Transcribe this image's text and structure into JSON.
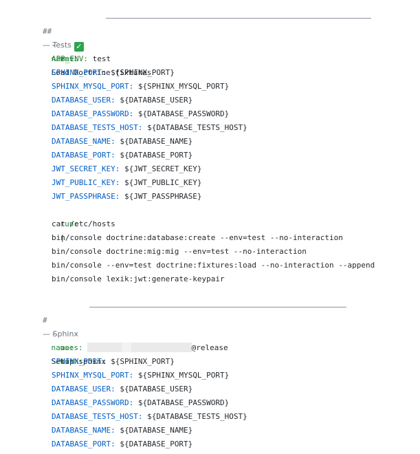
{
  "tests_section": {
    "hash": "##",
    "title": "— Tests",
    "check_icon": "white-check-mark-icon"
  },
  "step1": {
    "dash": "-",
    "name_key": "name:",
    "name_value": "Load Doctrine fixtures",
    "env_key": "env:",
    "env": [
      {
        "key": "APP_ENV:",
        "value": "test"
      },
      {
        "key": "SPHINX_PORT:",
        "value": "${SPHINX_PORT}"
      },
      {
        "key": "SPHINX_MYSQL_PORT:",
        "value": "${SPHINX_MYSQL_PORT}"
      },
      {
        "key": "DATABASE_USER:",
        "value": "${DATABASE_USER}"
      },
      {
        "key": "DATABASE_PASSWORD:",
        "value": "${DATABASE_PASSWORD}"
      },
      {
        "key": "DATABASE_TESTS_HOST:",
        "value": "${DATABASE_TESTS_HOST}"
      },
      {
        "key": "DATABASE_NAME:",
        "value": "${DATABASE_NAME}"
      },
      {
        "key": "DATABASE_PORT:",
        "value": "${DATABASE_PORT}"
      },
      {
        "key": "JWT_SECRET_KEY:",
        "value": "${JWT_SECRET_KEY}"
      },
      {
        "key": "JWT_PUBLIC_KEY:",
        "value": "${JWT_PUBLIC_KEY}"
      },
      {
        "key": "JWT_PASSPHRASE:",
        "value": "${JWT_PASSPHRASE}"
      }
    ],
    "run_key": "run:",
    "run_value": "|",
    "commands": [
      "cat /etc/hosts",
      "bin/console doctrine:database:create --env=test --no-interaction",
      "bin/console doctrine:mig:mig --env=test --no-interaction",
      "bin/console --env=test doctrine:fixtures:load --no-interaction --append",
      "bin/console lexik:jwt:generate-keypair"
    ]
  },
  "sphinx_section": {
    "hash": "#",
    "title": "— Sphinx"
  },
  "step2": {
    "dash": "-",
    "name_key": "name:",
    "name_value": "Setup sphinx",
    "uses_key": "uses:",
    "uses_suffix": "@release",
    "with_key": "with:",
    "with": [
      {
        "key": "SPHINX_PORT:",
        "value": "${SPHINX_PORT}"
      },
      {
        "key": "SPHINX_MYSQL_PORT:",
        "value": "${SPHINX_MYSQL_PORT}"
      },
      {
        "key": "DATABASE_USER:",
        "value": "${DATABASE_USER}"
      },
      {
        "key": "DATABASE_PASSWORD:",
        "value": "${DATABASE_PASSWORD}"
      },
      {
        "key": "DATABASE_TESTS_HOST:",
        "value": "${DATABASE_TESTS_HOST}"
      },
      {
        "key": "DATABASE_NAME:",
        "value": "${DATABASE_NAME}"
      },
      {
        "key": "DATABASE_PORT:",
        "value": "${DATABASE_PORT}"
      }
    ]
  },
  "colors": {
    "key_green": "#22863a",
    "key_blue": "#005cc5",
    "comment_gray": "#6a737d",
    "check_green": "#2da44e"
  }
}
